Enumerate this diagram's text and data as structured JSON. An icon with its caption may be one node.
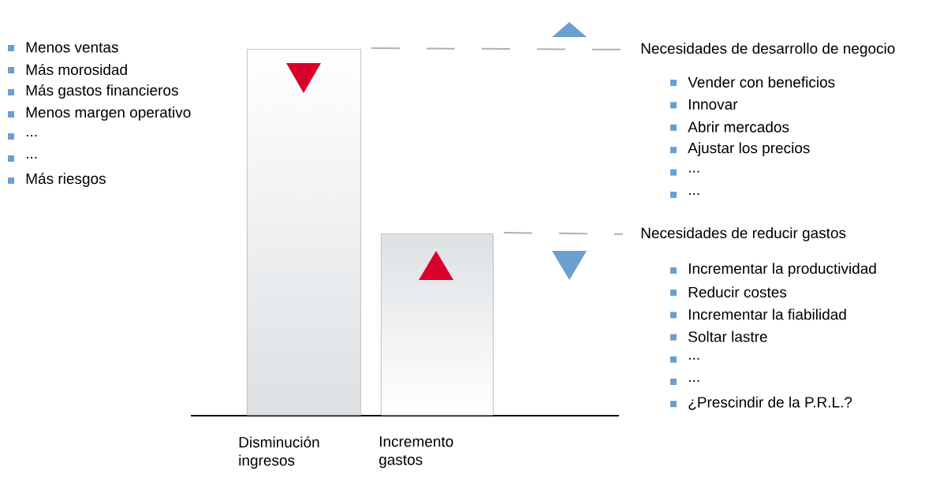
{
  "diagram": {
    "nodes": [
      {
        "text": [
          "Disminución ingresos"
        ]
      },
      {
        "text": [
          "Incremento gastos"
        ]
      },
      {
        "text": [
          "Necesidades de desarrollo de negocio"
        ]
      },
      {
        "text": [
          "Necesidades de reducir gastos"
        ]
      }
    ],
    "edges": [
      {
        "from": 0,
        "to": 2,
        "arrow": "none",
        "style": "dashed"
      },
      {
        "from": 1,
        "to": 3,
        "arrow": "none",
        "style": "dashed"
      }
    ],
    "labels": [
      "Menos ventas",
      "Más morosidad",
      "Más gastos financieros",
      "Menos margen operativo",
      "...",
      "...",
      "Más riesgos",
      "Vender con beneficios",
      "Innovar",
      "Abrir mercados",
      "Ajustar los precios",
      "...",
      "...",
      "Incrementar la productividad",
      "Reducir costes",
      "Incrementar la fiabilidad",
      "Soltar lastre",
      "...",
      "...",
      "¿Prescindir de la P.R.L.?"
    ]
  }
}
